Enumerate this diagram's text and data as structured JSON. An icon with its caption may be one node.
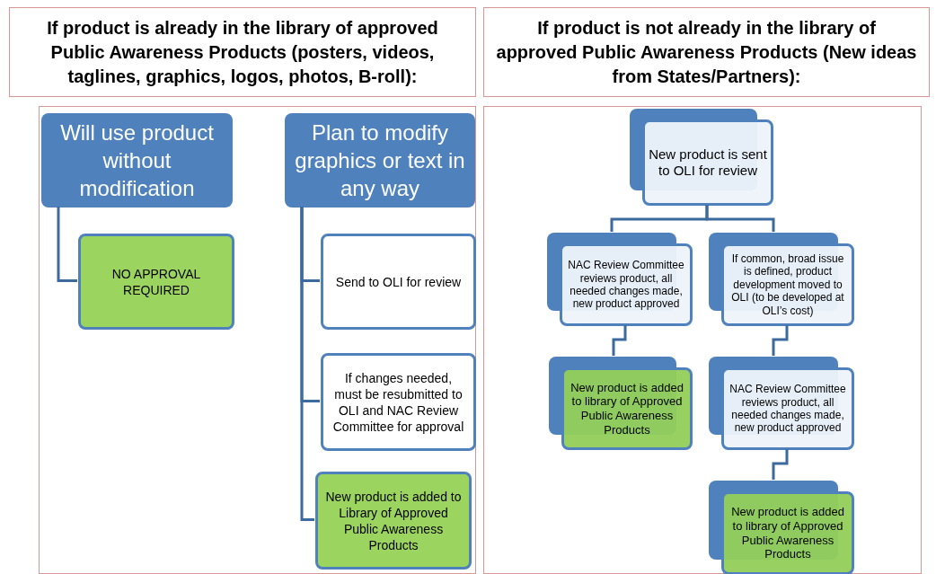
{
  "diagram": {
    "nodes": [
      {
        "text": [
          "If product is already in the library of approved Public Awareness Products (posters, videos, taglines, graphics, logos, photos, B-roll):"
        ]
      },
      {
        "text": [
          "If product is not already in the library of approved Public Awareness Products (New ideas from States/Partners):"
        ]
      },
      {
        "text": [],
        "shape": "box"
      },
      {
        "text": [
          "Will use product without modification"
        ],
        "in": 2
      },
      {
        "text": [
          "Plan to modify graphics or text in any way"
        ],
        "in": 2
      },
      {
        "text": [
          "NO APPROVAL REQUIRED"
        ],
        "in": 2
      },
      {
        "text": [
          "Send to OLI for review"
        ],
        "in": 2
      },
      {
        "text": [
          "If changes needed, must be resubmitted to OLI and NAC Review Committee for approval"
        ],
        "in": 2
      },
      {
        "text": [
          "New product is added to Library of Approved Public Awareness Products"
        ],
        "in": 2
      },
      {
        "text": [],
        "shape": "box"
      },
      {
        "text": [
          "New product is sent to OLI for review"
        ],
        "in": 9
      },
      {
        "text": [
          "NAC Review Committee reviews product, all needed changes made, new product approved"
        ],
        "in": 9
      },
      {
        "text": [
          "If common, broad issue is defined, product development moved to OLI (to be developed at OLI’s cost)"
        ],
        "in": 9
      },
      {
        "text": [
          "New product is added to library of Approved Public Awareness Products"
        ],
        "in": 9
      },
      {
        "text": [
          "NAC Review Committee reviews product, all needed changes made, new product approved"
        ],
        "in": 9
      },
      {
        "text": [
          "New product is added to library of Approved Public Awareness Products"
        ],
        "in": 9
      }
    ],
    "edges": [
      {
        "from": 3,
        "to": 5,
        "arrow": "none"
      },
      {
        "from": 4,
        "to": 6,
        "arrow": "none"
      },
      {
        "from": 4,
        "to": 7,
        "arrow": "none"
      },
      {
        "from": 4,
        "to": 8,
        "arrow": "none"
      },
      {
        "from": 10,
        "to": 11,
        "arrow": "none"
      },
      {
        "from": 10,
        "to": 12,
        "arrow": "none"
      },
      {
        "from": 11,
        "to": 13,
        "arrow": "none"
      },
      {
        "from": 12,
        "to": 14,
        "arrow": "none"
      },
      {
        "from": 14,
        "to": 15,
        "arrow": "none"
      }
    ]
  }
}
